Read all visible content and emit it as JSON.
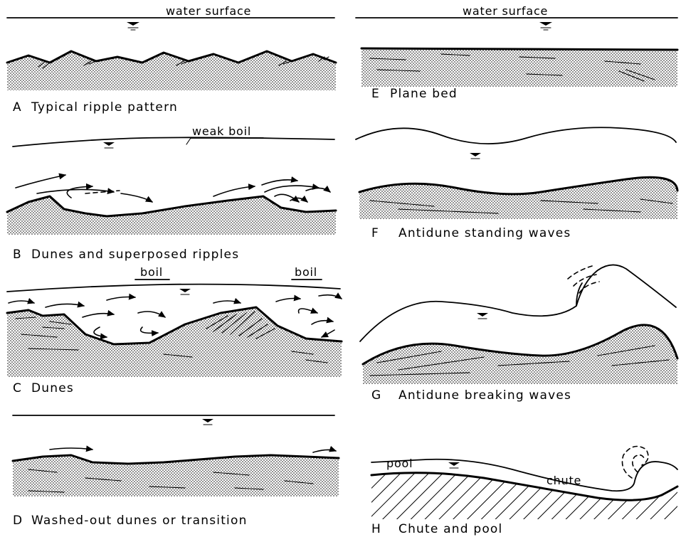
{
  "panels": [
    {
      "letter": "A",
      "caption": "Typical ripple pattern",
      "surface_label": "water surface"
    },
    {
      "letter": "B",
      "caption": "Dunes and superposed ripples",
      "surface_label": "weak boil"
    },
    {
      "letter": "C",
      "caption": "Dunes",
      "surface_labels": [
        "boil",
        "boil"
      ]
    },
    {
      "letter": "D",
      "caption": "Washed-out dunes or transition"
    },
    {
      "letter": "E",
      "caption": "Plane bed",
      "surface_label": "water surface"
    },
    {
      "letter": "F",
      "caption": "Antidune standing waves"
    },
    {
      "letter": "G",
      "caption": "Antidune breaking waves"
    },
    {
      "letter": "H",
      "caption": "Chute and pool",
      "labels": [
        "pool",
        "chute"
      ]
    }
  ]
}
